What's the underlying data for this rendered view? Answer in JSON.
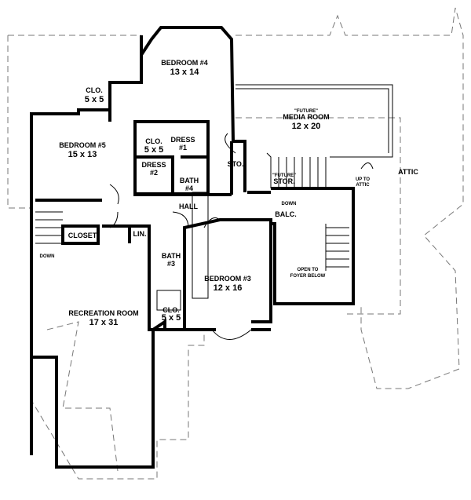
{
  "rooms": {
    "bedroom4": {
      "name": "BEDROOM #4",
      "size": "13 x 14"
    },
    "clo_top": {
      "name": "CLO.",
      "size": "5 x 5"
    },
    "media": {
      "tag": "\"FUTURE\"",
      "name": "MEDIA ROOM",
      "size": "12 x 20"
    },
    "bedroom5": {
      "name": "BEDROOM #5",
      "size": "15 x 13"
    },
    "clo_mid": {
      "name": "CLO.",
      "size": "5 x 5"
    },
    "dress1": {
      "name": "DRESS",
      "num": "#1"
    },
    "dress2": {
      "name": "DRESS",
      "num": "#2"
    },
    "bath4": {
      "name": "BATH",
      "num": "#4"
    },
    "sto": {
      "name": "STO."
    },
    "stor": {
      "tag": "\"FUTURE\"",
      "name": "STOR."
    },
    "up_attic": {
      "line1": "UP TO",
      "line2": "ATTIC"
    },
    "attic": {
      "name": "ATTIC"
    },
    "down_balc": {
      "name": "DOWN"
    },
    "balc": {
      "name": "BALC."
    },
    "hall": {
      "name": "HALL"
    },
    "lin": {
      "name": "LIN."
    },
    "closet": {
      "name": "CLOSET"
    },
    "down_left": {
      "name": "DOWN"
    },
    "bath3": {
      "name": "BATH",
      "num": "#3"
    },
    "bedroom3": {
      "name": "BEDROOM #3",
      "size": "12 x 16"
    },
    "open_foyer": {
      "line1": "OPEN TO",
      "line2": "FOYER BELOW"
    },
    "recreation": {
      "name": "RECREATION ROOM",
      "size": "17 x 31"
    },
    "clo_bottom": {
      "name": "CLO.",
      "size": "5 x 5"
    }
  }
}
